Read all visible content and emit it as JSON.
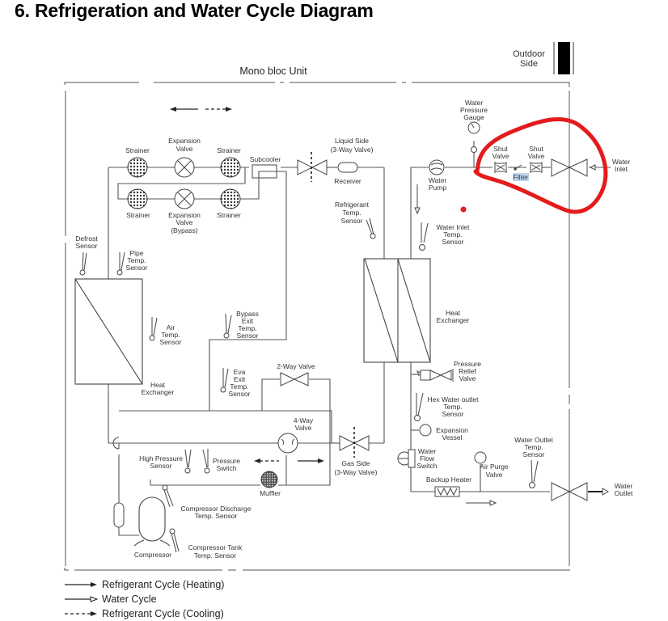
{
  "title": "6. Refrigeration and Water Cycle Diagram",
  "unit_label": "Mono bloc Unit",
  "outdoor_side": [
    "Outdoor",
    "Side"
  ],
  "components": {
    "strainer_top_left": "Strainer",
    "expansion_valve_top": [
      "Expansion",
      "Valve"
    ],
    "strainer_top_right": "Strainer",
    "subcooler": "Subcooler",
    "strainer_bottom_left": "Strainer",
    "expansion_valve_bypass": [
      "Expansion",
      "Valve",
      "(Bypass)"
    ],
    "strainer_bottom_right": "Strainer",
    "liquid_side_valve": [
      "Liquid Side",
      "(3-Way Valve)"
    ],
    "receiver": "Receiver",
    "refrigerant_temp_sensor": [
      "Refrigerant",
      "Temp.",
      "Sensor"
    ],
    "water_pressure_gauge": [
      "Water",
      "Pressure",
      "Gauge"
    ],
    "water_pump": [
      "Water",
      "Pump"
    ],
    "water_inlet_temp_sensor": [
      "Water Inlet",
      "Temp.",
      "Sensor"
    ],
    "shut_valve_1": [
      "Shut",
      "Valve"
    ],
    "shut_valve_2": [
      "Shut",
      "Valve"
    ],
    "filter": "Filter",
    "water_inlet": [
      "Water",
      "Inlet"
    ],
    "defrost_sensor": [
      "Defrost",
      "Sensor"
    ],
    "pipe_temp_sensor": [
      "Pipe",
      "Temp.",
      "Sensor"
    ],
    "air_temp_sensor": [
      "Air",
      "Temp.",
      "Sensor"
    ],
    "heat_exchanger_air": [
      "Heat",
      "Exchanger"
    ],
    "bypass_exit_temp_sensor": [
      "Bypass",
      "Exit",
      "Temp.",
      "Sensor"
    ],
    "eva_exit_temp_sensor": [
      "Eva",
      "Exit",
      "Temp.",
      "Sensor"
    ],
    "two_way_valve": "2-Way Valve",
    "heat_exchanger_water": [
      "Heat",
      "Exchanger"
    ],
    "pressure_relief_valve": [
      "Pressure",
      "Relief",
      "Valve"
    ],
    "hex_water_outlet_temp_sensor": [
      "Hex Water outlet",
      "Temp.",
      "Sensor"
    ],
    "expansion_vessel": [
      "Expansion",
      "Vessel"
    ],
    "water_flow_switch": [
      "Water",
      "Flow",
      "Switch"
    ],
    "backup_heater": "Backup Heater",
    "air_purge_valve": [
      "Air Purge",
      "Valve"
    ],
    "water_outlet_temp_sensor": [
      "Water Outlet",
      "Temp.",
      "Sensor"
    ],
    "water_outlet": [
      "Water",
      "Outlet"
    ],
    "four_way_valve": [
      "4-Way",
      "Valve"
    ],
    "gas_side_valve": [
      "Gas Side",
      "(3-Way Valve)"
    ],
    "high_pressure_sensor": [
      "High Pressure",
      "Sensor"
    ],
    "pressure_switch": [
      "Pressure",
      "Switch"
    ],
    "muffler": "Muffler",
    "compressor_discharge_temp_sensor": [
      "Compressor Discharge",
      "Temp. Sensor"
    ],
    "compressor_tank_temp_sensor": [
      "Compressor Tank",
      "Temp. Sensor"
    ],
    "compressor": "Compressor"
  },
  "legend": [
    {
      "label": "Refrigerant Cycle (Heating)",
      "style": "solid-filled-arrow"
    },
    {
      "label": "Water Cycle",
      "style": "solid-open-arrow"
    },
    {
      "label": "Refrigerant Cycle (Cooling)",
      "style": "dashed-filled-arrow"
    }
  ],
  "annotation": {
    "color": "#e41b1b",
    "description": "hand-drawn red circle around shut valves and filter at water inlet"
  }
}
